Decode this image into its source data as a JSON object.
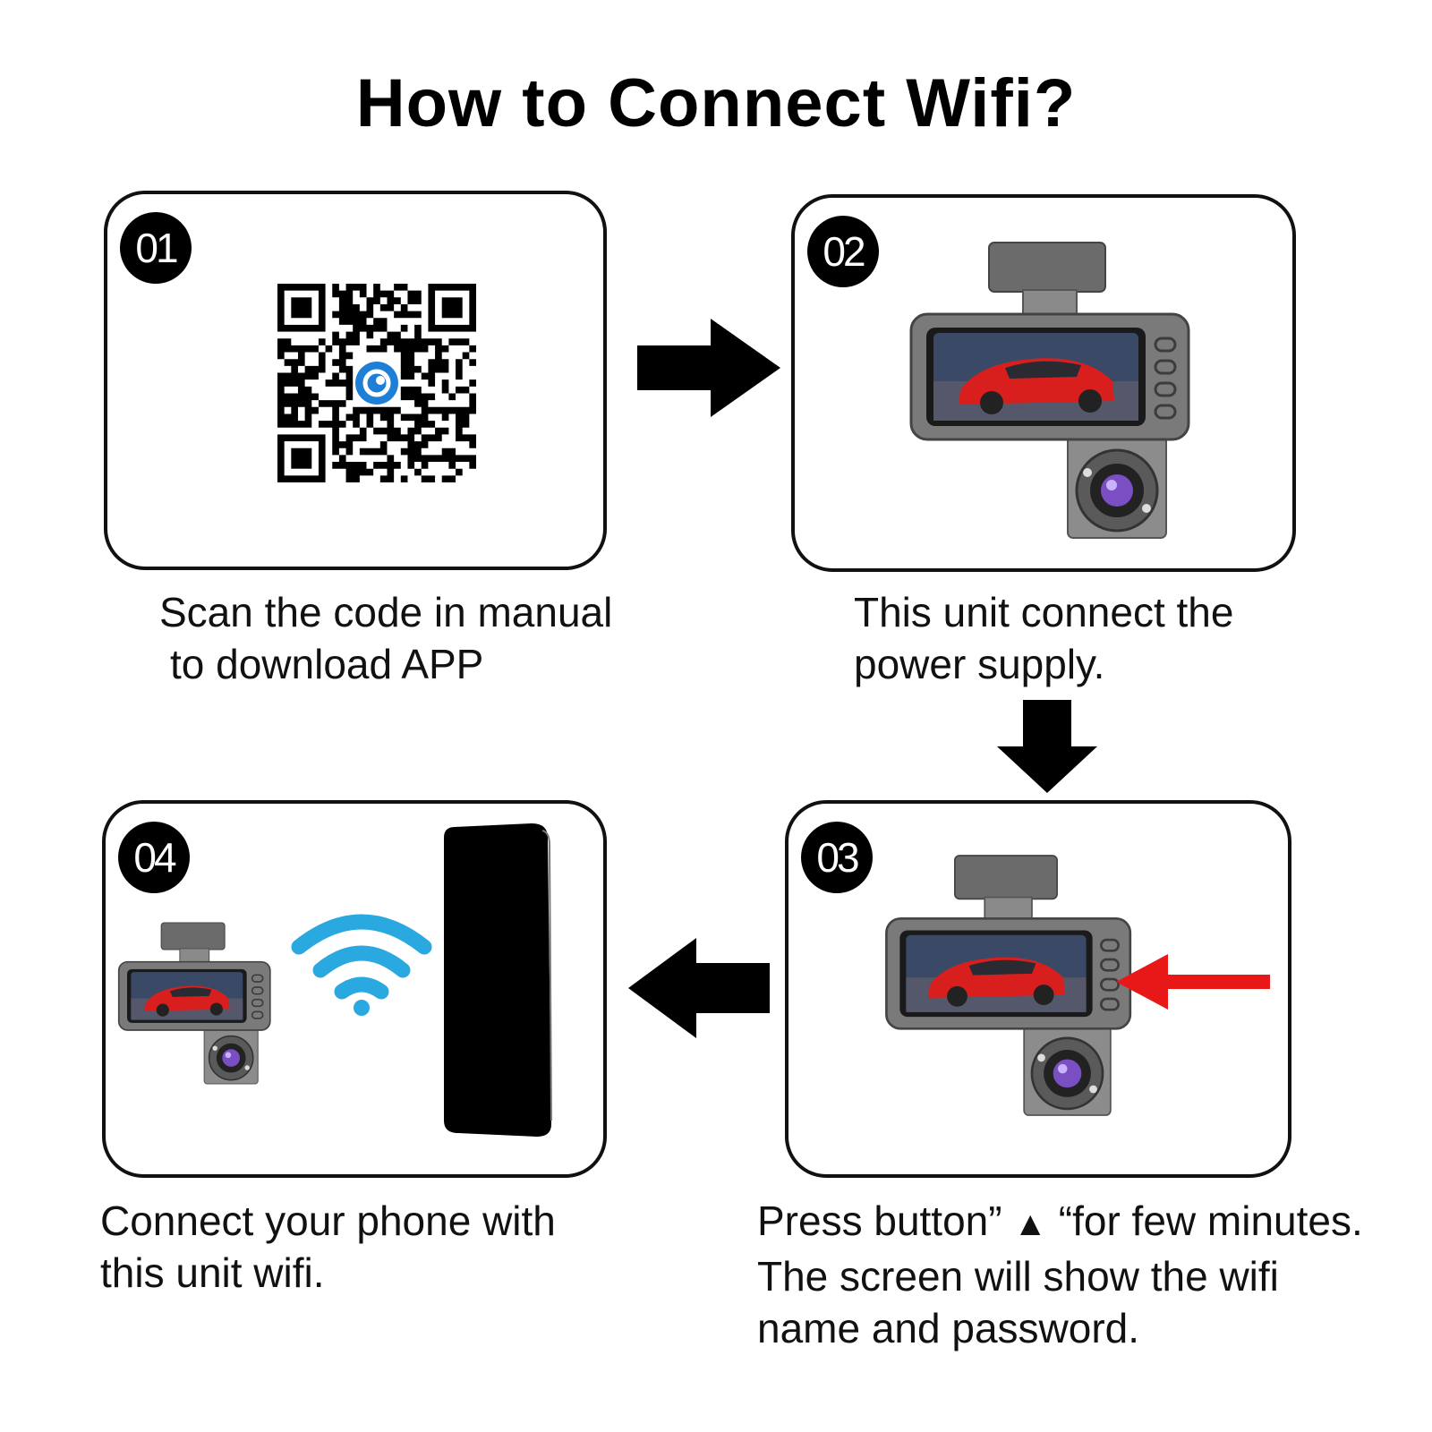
{
  "title": "How to Connect Wifi?",
  "steps": [
    {
      "number": "01",
      "caption": [
        "Scan the code in manual",
        "to download APP"
      ]
    },
    {
      "number": "02",
      "caption": [
        "This unit connect the",
        "power supply."
      ]
    },
    {
      "number": "03",
      "caption_l1_before": "Press button” ",
      "caption_l1_symbol": "▲",
      "caption_l1_after": " “for few minutes.",
      "caption": [
        "The screen will show the wifi",
        "name and password."
      ]
    },
    {
      "number": "04",
      "caption": [
        "Connect your phone with",
        "this unit wifi."
      ]
    }
  ],
  "colors": {
    "wifi": "#2aa8e0",
    "indicator_arrow": "#e81818",
    "qr_logo": "#1f7fd6",
    "dashcam": "#6e6e6e"
  },
  "icons": [
    "qr-code-icon",
    "dashcam-icon",
    "wifi-icon",
    "smartphone-icon",
    "arrow-right-icon",
    "arrow-down-icon",
    "arrow-left-icon"
  ]
}
